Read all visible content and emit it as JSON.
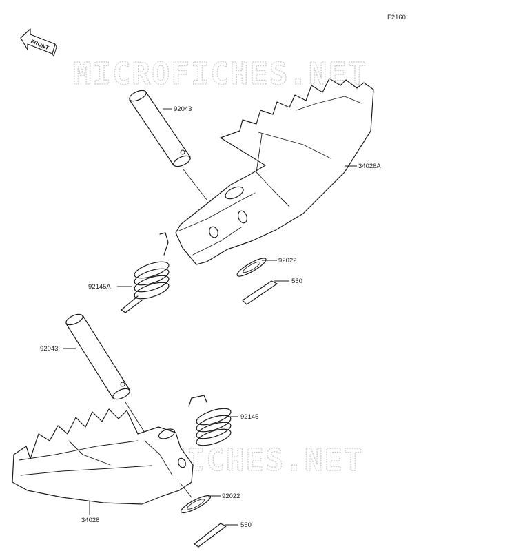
{
  "diagram_code": "F2160",
  "front_label": "FRONT",
  "watermark_text": "MICROFICHES.NET",
  "parts": {
    "pin_upper": "92043",
    "footpeg_right": "34028A",
    "washer_upper": "92022",
    "cotter_pin_upper": "550",
    "spring_upper": "92145A",
    "pin_lower": "92043",
    "spring_lower": "92145",
    "washer_lower": "92022",
    "footpeg_left": "34028",
    "cotter_pin_lower": "550"
  }
}
